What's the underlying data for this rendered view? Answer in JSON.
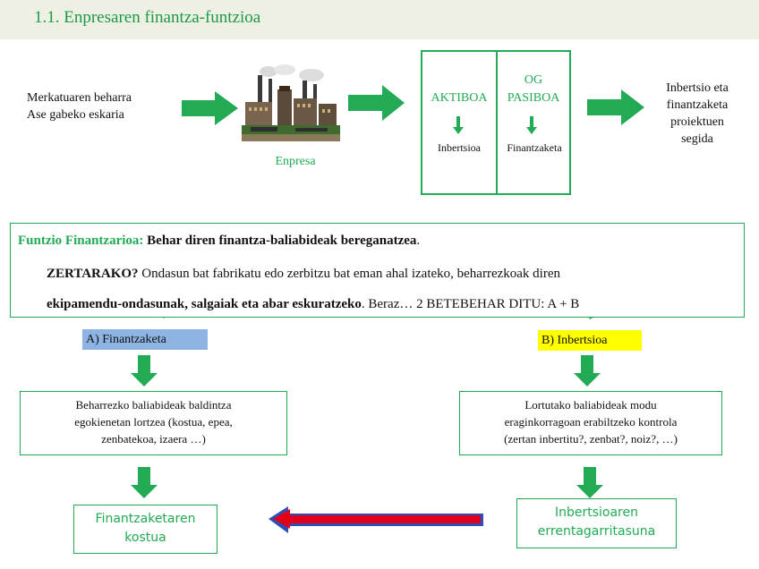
{
  "header": {
    "title": "1.1. Enpresaren finantza-funtzioa"
  },
  "top_flow": {
    "left_line1": "Merkatuaren beharra",
    "left_line2": "Ase gabeko eskaria",
    "factory_label": "Enpresa",
    "balance": {
      "aktiboa": "AKTIBOA",
      "og": "OG",
      "pasiboa": "PASIBOA",
      "inbertsioa": "Inbertsioa",
      "finantzaketa": "Finantzaketa"
    },
    "right_line1": "Inbertsio eta",
    "right_line2": "finantzaketa",
    "right_line3": "proiektuen",
    "right_line4": "segida"
  },
  "definition": {
    "term": "Funtzio Finantzarioa:",
    "text": " Behar diren finantza-baliabideak bereganatzea",
    "period": ".",
    "zertarako": "ZERTARAKO?",
    "line2": " Ondasun bat fabrikatu edo zerbitzu bat eman ahal izateko, beharrezkoak diren",
    "line3_bold": "ekipamendu-ondasunak, salgaiak eta abar eskuratzeko",
    "line3_rest": ". Beraz… 2 BETEBEHAR DITU: A + B"
  },
  "branch_a": {
    "label": "A) Finantzaketa",
    "desc_line1": "Beharrezko baliabideak baldintza",
    "desc_line2": "egokienetan lortzea (kostua, epea,",
    "desc_line3": "zenbatekoa, izaera …)",
    "result_line1": "Finantzaketaren",
    "result_line2": "kostua"
  },
  "branch_b": {
    "label": "B) Inbertsioa",
    "desc_line1": "Lortutako baliabideak modu",
    "desc_line2": "eraginkorragoan erabiltzeko kontrola",
    "desc_line3": "(zertan inbertitu?, zenbat?, noiz?, …)",
    "result_line1": "Inbertsioaren",
    "result_line2": "errentagarritasuna"
  },
  "colors": {
    "green": "#22aa55",
    "label_a_bg": "#8db4e2",
    "label_b_bg": "#ffff00",
    "compare_arrow": "#e0001a"
  }
}
